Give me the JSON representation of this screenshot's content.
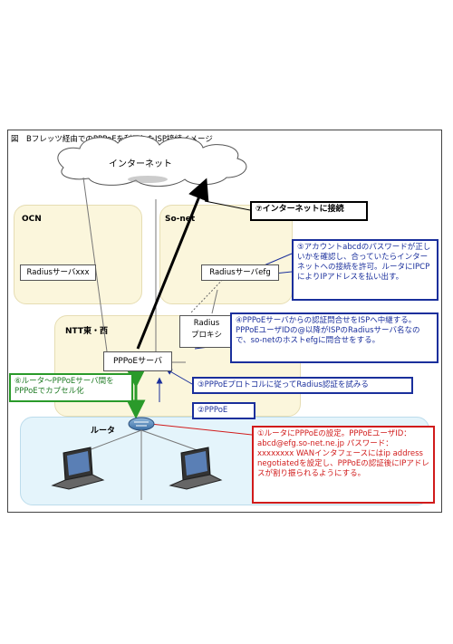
{
  "figure": {
    "caption": "図　Bフレッツ経由でのPPPoEを利用したISP接続イメージ"
  },
  "nodes": {
    "internet": "インターネット",
    "ocn": "OCN",
    "sonet": "So-net",
    "ntt": "NTT東・西",
    "router_area": "ルータ",
    "radius_xxx": "Radiusサーバxxx",
    "radius_efg": "Radiusサーバefg",
    "radius_proxy_line1": "Radius",
    "radius_proxy_line2": "プロキシ",
    "pppoe_server": "PPPoEサーバ"
  },
  "callouts": {
    "step7": "⑦インターネットに接続",
    "step5": "⑤アカウントabcdのパスワードが正しいかを確認し、合っていたらインターネットへの接続を許可。ルータにIPCPによりIPアドレスを払い出す。",
    "step4": "④PPPoEサーバからの認証問合せをISPへ中継する。PPPoEユーザIDの@以降がISPのRadiusサーバ名なので、so-netのホストefgに問合せをする。",
    "step3": "③PPPoEプロトコルに従ってRadius認証を試みる",
    "step6": "⑥ルータ～PPPoEサーバ間をPPPoEでカプセル化",
    "step2": "②PPPoE",
    "step1": "①ルータにPPPoEの設定。PPPoEユーザID：abcd@efg.so-net.ne.jp パスワード：xxxxxxxx WANインタフェースにはip address negotiatedを設定し、PPPoEの認証後にIPアドレスが割り振られるようにする。"
  },
  "colors": {
    "blue": "#1a2f9c",
    "green": "#2a9a2a",
    "red": "#d11b1b",
    "isp_box": "#fbf6dc",
    "router_box": "#e4f4fb"
  }
}
